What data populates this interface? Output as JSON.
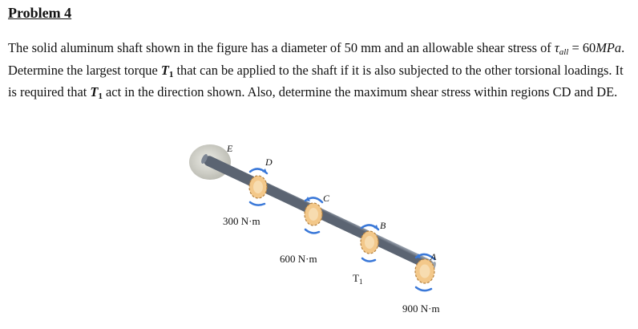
{
  "problem": {
    "title": "Problem 4",
    "text": {
      "p1": "The solid aluminum shaft shown in the figure has a diameter of 50 mm and an allowable shear stress of ",
      "tau_symbol": "τ",
      "tau_sub": "all",
      "p2": " = 60",
      "unit": "MPa",
      "p3": ". Determine the largest torque ",
      "torque_symbol": "T",
      "torque_sub": "1",
      "p4": " that can be applied to the shaft if it is also subjected to the other torsional loadings. It is required that ",
      "p5": " act in the direction shown. Also, determine the maximum shear stress within regions CD and DE."
    }
  },
  "figure": {
    "points": [
      "E",
      "D",
      "C",
      "B",
      "A"
    ],
    "torques": [
      "300 N·m",
      "600 N·m",
      "900 N·m"
    ],
    "t1_symbol": "T",
    "t1_sub": "1",
    "colors": {
      "wall": "#d6d6cf",
      "shaft": "#8892a0",
      "gear": "#f3c88a",
      "arrow": "#3a78d8"
    }
  }
}
